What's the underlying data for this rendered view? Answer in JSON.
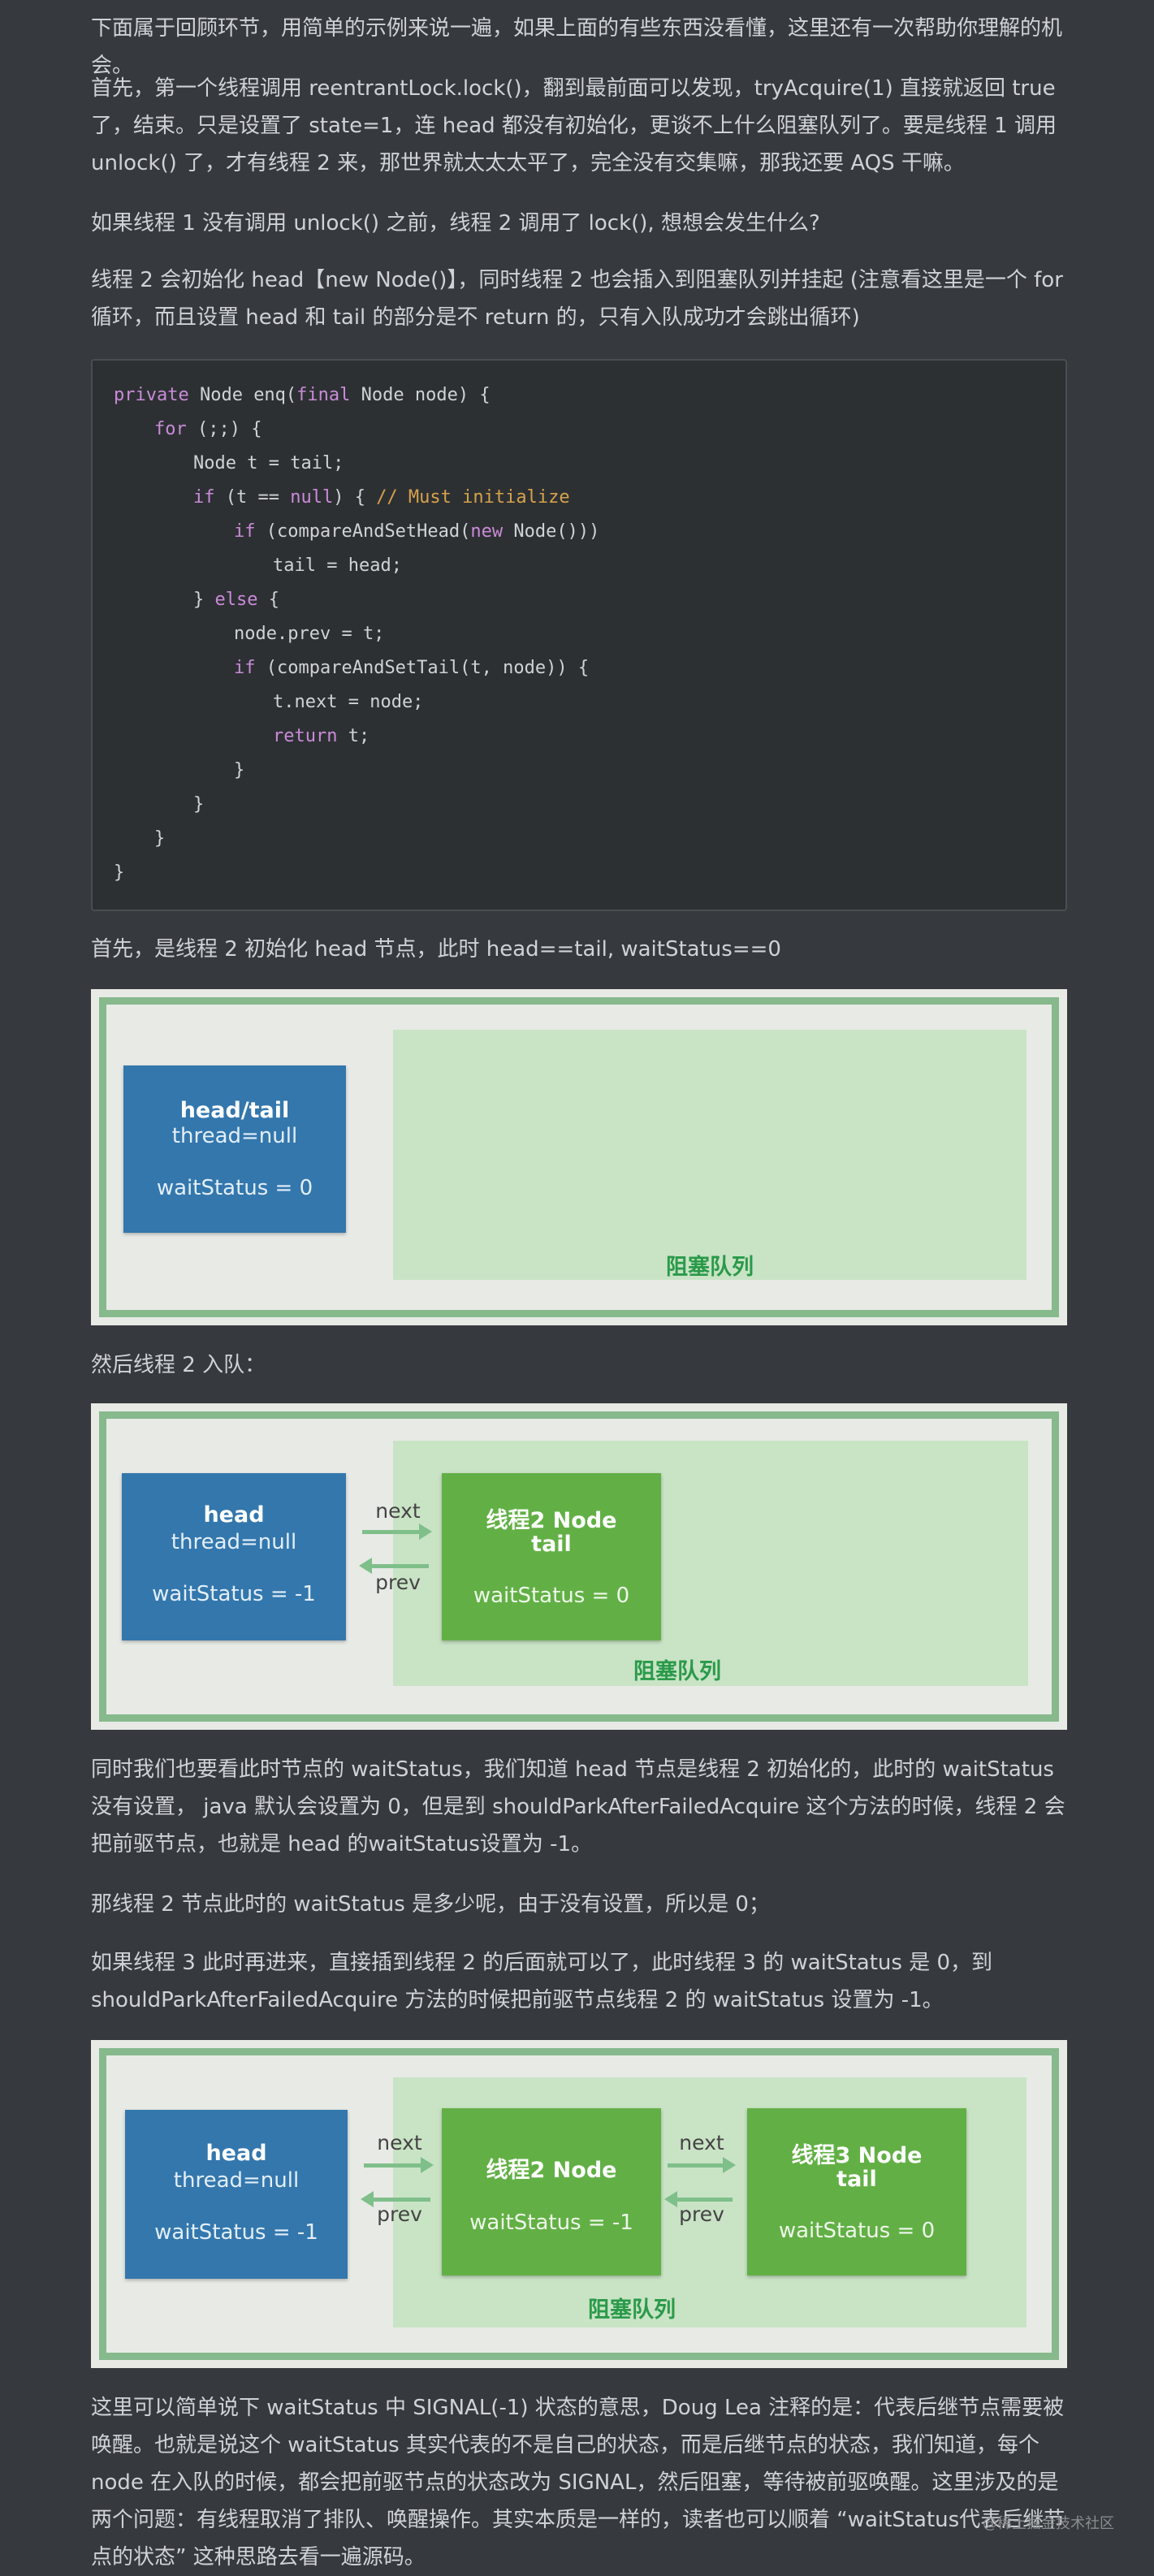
{
  "paragraphs": {
    "p1": "下面属于回顾环节，用简单的示例来说一遍，如果上面的有些东西没看懂，这里还有一次帮助你理解的机会。",
    "p2": "首先，第一个线程调用 reentrantLock.lock()，翻到最前面可以发现，tryAcquire(1) 直接就返回 true 了，结束。只是设置了 state=1，连 head 都没有初始化，更谈不上什么阻塞队列了。要是线程 1 调用 unlock() 了，才有线程 2 来，那世界就太太太平了，完全没有交集嘛，那我还要 AQS 干嘛。",
    "p3": "如果线程 1 没有调用 unlock() 之前，线程 2 调用了 lock(), 想想会发生什么?",
    "p4": "线程 2 会初始化 head【new Node()】，同时线程 2 也会插入到阻塞队列并挂起 (注意看这里是一个 for 循环，而且设置 head 和 tail 的部分是不 return 的，只有入队成功才会跳出循环)",
    "p5": "首先，是线程 2 初始化 head 节点，此时 head==tail, waitStatus==0",
    "p6": "然后线程 2 入队：",
    "p7": "同时我们也要看此时节点的 waitStatus，我们知道 head 节点是线程 2 初始化的，此时的 waitStatus 没有设置， java 默认会设置为 0，但是到 shouldParkAfterFailedAcquire 这个方法的时候，线程 2 会把前驱节点，也就是 head 的waitStatus设置为 -1。",
    "p8": "那线程 2 节点此时的 waitStatus 是多少呢，由于没有设置，所以是 0；",
    "p9": "如果线程 3 此时再进来，直接插到线程 2 的后面就可以了，此时线程 3 的 waitStatus 是 0，到 shouldParkAfterFailedAcquire 方法的时候把前驱节点线程 2 的 waitStatus 设置为 -1。",
    "p10": "这里可以简单说下 waitStatus 中 SIGNAL(-1) 状态的意思，Doug Lea 注释的是：代表后继节点需要被唤醒。也就是说这个 waitStatus 其实代表的不是自己的状态，而是后继节点的状态，我们知道，每个 node 在入队的时候，都会把前驱节点的状态改为 SIGNAL，然后阻塞，等待被前驱唤醒。这里涉及的是两个问题：有线程取消了排队、唤醒操作。其实本质是一样的，读者也可以顺着 “waitStatus代表后继节点的状态” 这种思路去看一遍源码。"
  },
  "code": {
    "l1a": "private",
    "l1b": " Node enq(",
    "l1c": "final",
    "l1d": " Node node) {",
    "l2a": "for",
    "l2b": " (;;) {",
    "l3": "Node t = tail;",
    "l4a": "if",
    "l4b": " (t == ",
    "l4c": "null",
    "l4d": ") { ",
    "l4e": "// Must initialize",
    "l5a": "if",
    "l5b": " (compareAndSetHead(",
    "l5c": "new",
    "l5d": " Node()))",
    "l6": "tail = head;",
    "l7a": "} ",
    "l7b": "else",
    "l7c": " {",
    "l8": "node.prev = t;",
    "l9a": "if",
    "l9b": " (compareAndSetTail(t, node)) {",
    "l10": "t.next = node;",
    "l11a": "return",
    "l11b": " t;",
    "l12": "}",
    "l13": "}",
    "l14": "}",
    "l15": "}"
  },
  "diagram1": {
    "node_title": "head/tail",
    "node_thread": "thread=null",
    "node_status": "waitStatus = 0",
    "queue_label": "阻塞队列"
  },
  "diagram2": {
    "head_title": "head",
    "head_thread": "thread=null",
    "head_status": "waitStatus = -1",
    "next_label": "next",
    "prev_label": "prev",
    "node2_title": "线程2 Node",
    "node2_sub": "tail",
    "node2_status": "waitStatus = 0",
    "queue_label": "阻塞队列"
  },
  "diagram3": {
    "head_title": "head",
    "head_thread": "thread=null",
    "head_status": "waitStatus = -1",
    "next_label_1": "next",
    "prev_label_1": "prev",
    "node2_title": "线程2 Node",
    "node2_status": "waitStatus = -1",
    "next_label_2": "next",
    "prev_label_2": "prev",
    "node3_title": "线程3 Node",
    "node3_sub": "tail",
    "node3_status": "waitStatus = 0",
    "queue_label": "阻塞队列"
  },
  "watermark": "@稀土掘金技术社区",
  "colors": {
    "background": "#36393d",
    "code_background": "#2d3033",
    "keyword": "#c98bd8",
    "comment": "#d6a24b",
    "blue_node": "#3377ad",
    "green_node": "#62b045",
    "queue_fill": "#c9e3c5",
    "queue_label": "#2a9a4a",
    "frame": "#86b98c"
  }
}
